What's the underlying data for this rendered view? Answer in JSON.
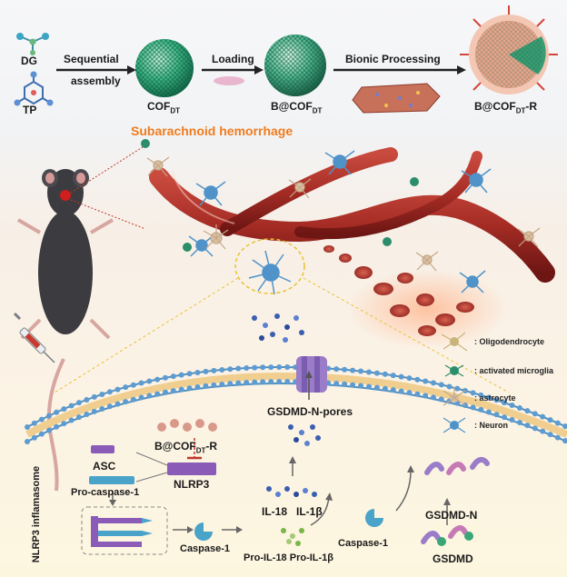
{
  "synthesis": {
    "dg": "DG",
    "tp": "TP",
    "step1_line1": "Sequential",
    "step1_line2": "assembly",
    "cof": "COF",
    "cof_sub": "DT",
    "step2": "Loading",
    "bcof": "B@COF",
    "bcof_sub": "DT",
    "step3": "Bionic Processing",
    "bcofr": "B@COF",
    "bcofr_sub": "DT",
    "bcofr_suffix": "-R"
  },
  "title": "Subarachnoid hemorrhage",
  "legend": [
    {
      "label": "Oligodendrocyte",
      "icon": "oligodendrocyte-icon"
    },
    {
      "label": "activated microglia",
      "icon": "microglia-icon"
    },
    {
      "label": "astrocyte",
      "icon": "astrocyte-icon"
    },
    {
      "label": "Neuron",
      "icon": "neuron-icon"
    }
  ],
  "pathway": {
    "inflammasome": "NLRP3 inflamasome",
    "bcofr": "B@COF",
    "bcofr_sub": "DT",
    "bcofr_suffix": "-R",
    "asc": "ASC",
    "nlrp3": "NLRP3",
    "procasp": "Pro-caspase-1",
    "casp1_left": "Caspase-1",
    "il18": "IL-18",
    "il1b": "IL-1β",
    "pro_il": "Pro-IL-18 Pro-IL-1β",
    "casp1_right": "Caspase-1",
    "gsdmdn": "GSDMD-N",
    "gsdmd": "GSDMD",
    "pores": "GSDMD-N-pores"
  },
  "colors": {
    "accent_orange": "#f07c1e",
    "vessel": "#a8302a",
    "cof_green": "#2aa57c",
    "membrane_blue": "#4f8fc0",
    "nlrp3_purple": "#8a5cb8",
    "caspase_blue": "#4aa3c8"
  }
}
